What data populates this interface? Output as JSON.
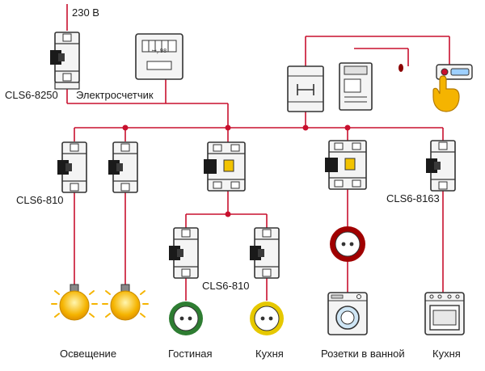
{
  "supply": {
    "voltage": "230 В"
  },
  "meter": {
    "label": "Электросчетчик",
    "display_digits": "ꟷ,98"
  },
  "breakers": {
    "main": "CLS6-8250",
    "lighting": "CLS6-810",
    "rooms": "CLS6-810",
    "kitchen": "CLS6-8163"
  },
  "loads": {
    "lighting": "Освещение",
    "living_room": "Гостиная",
    "kitchen_socket": "Кухня",
    "bathroom": "Розетки в ванной",
    "kitchen_stove": "Кухня"
  },
  "colors": {
    "wire": "#c8102e",
    "lamp": "#f5b400",
    "socket_green": "#2e7d32",
    "socket_yellow": "#e6c800",
    "socket_red": "#a00000",
    "rcd_test": "#f2c300"
  }
}
